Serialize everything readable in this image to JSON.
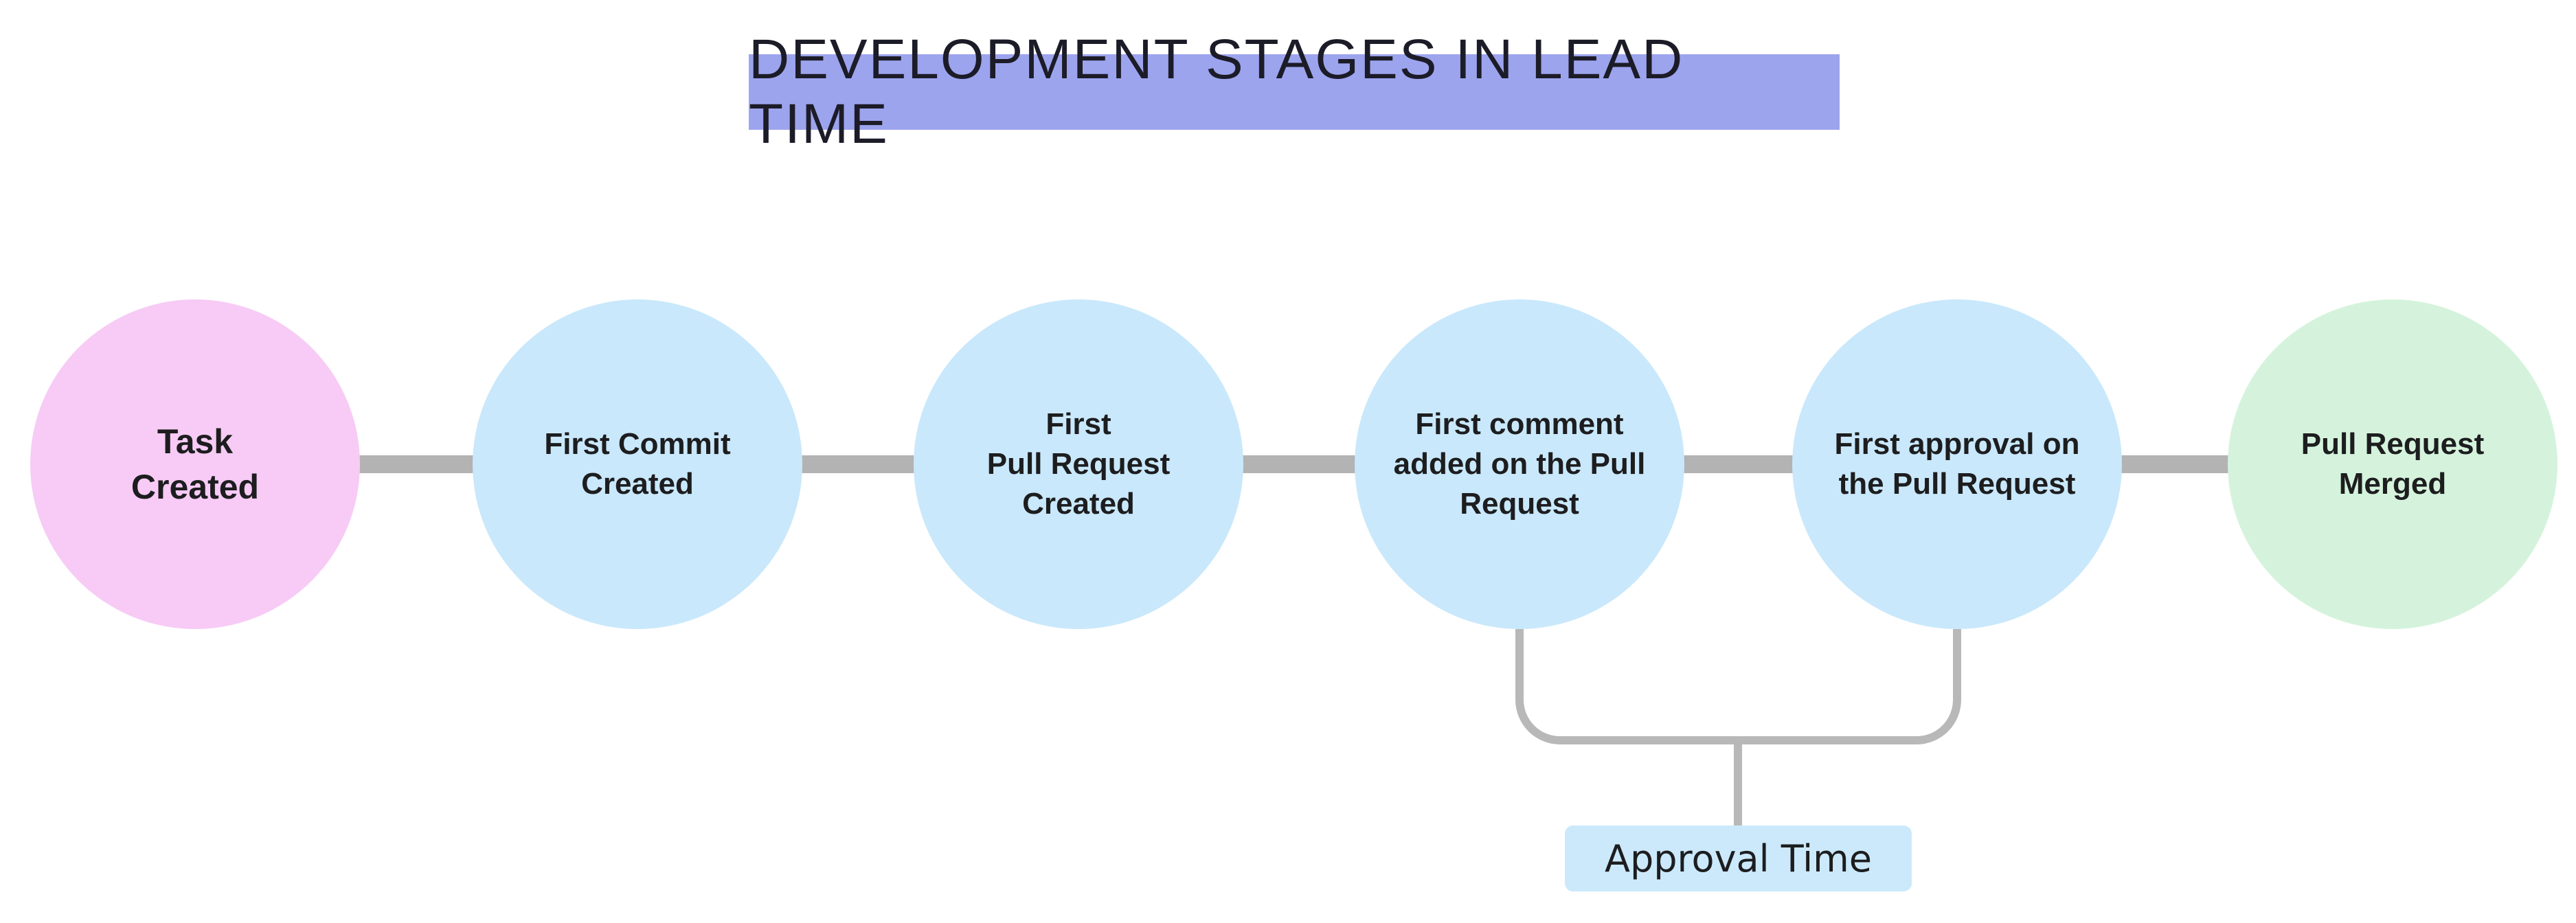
{
  "title": "DEVELOPMENT STAGES IN LEAD TIME",
  "colors": {
    "title_bg": "#9da4ee",
    "connector": "#b3b3b3",
    "bracket": "#b8b8b8",
    "annotation_bg": "#cbe9fb",
    "text": "#1d1d1f"
  },
  "nodes": [
    {
      "label": "Task\nCreated",
      "color": "#f7cbf5"
    },
    {
      "label": "First Commit\nCreated",
      "color": "#c9e8fb"
    },
    {
      "label": "First\nPull Request\nCreated",
      "color": "#c9e8fb"
    },
    {
      "label": "First comment\nadded on the Pull\nRequest",
      "color": "#c9e8fb"
    },
    {
      "label": "First approval on\nthe Pull Request",
      "color": "#c9e8fb"
    },
    {
      "label": "Pull Request\nMerged",
      "color": "#d5f3dc"
    }
  ],
  "annotation": {
    "label": "Approval Time"
  }
}
